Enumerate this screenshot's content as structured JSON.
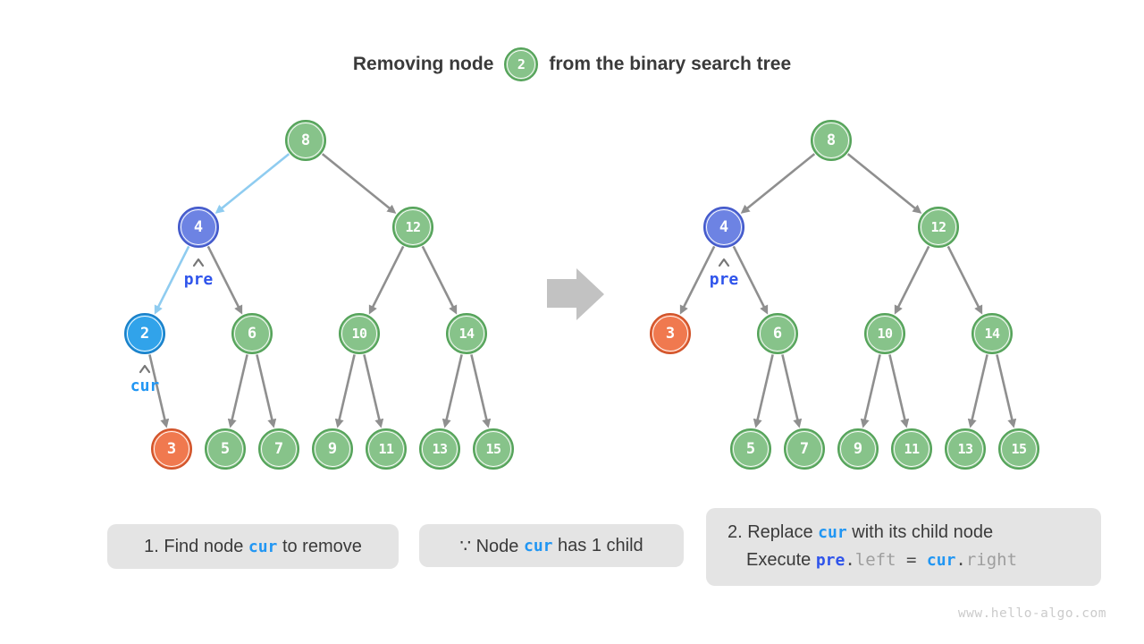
{
  "title": {
    "prefix": "Removing node",
    "badge": "2",
    "suffix": "from the binary search tree"
  },
  "trees": {
    "before": {
      "nodes": [
        "8",
        "4",
        "12",
        "2",
        "6",
        "10",
        "14",
        "3",
        "5",
        "7",
        "9",
        "11",
        "13",
        "15"
      ],
      "pre_label": "pre",
      "cur_label": "cur"
    },
    "after": {
      "nodes": [
        "8",
        "4",
        "12",
        "3",
        "6",
        "10",
        "14",
        "5",
        "7",
        "9",
        "11",
        "13",
        "15"
      ],
      "pre_label": "pre"
    }
  },
  "captions": {
    "step1": {
      "t1": "1. Find node ",
      "kw": "cur",
      "t2": " to remove"
    },
    "because": {
      "t1": "∵ Node ",
      "kw": "cur",
      "t2": " has 1 child"
    },
    "step2": {
      "line1": {
        "t1": "2. Replace ",
        "kw": "cur",
        "t2": " with its child node"
      },
      "line2": {
        "t1": "Execute ",
        "kw1": "pre",
        "dot1": ".",
        "code1": "left",
        "eq": " = ",
        "kw2": "cur",
        "dot2": ".",
        "code2": "right"
      }
    }
  },
  "watermark": "www.hello-algo.com",
  "colors": {
    "accent_blue": "#2196f3",
    "accent_indigo": "#2f54eb",
    "node_green": "#87c38a",
    "node_green_stroke": "#54a259",
    "node_blue": "#31a3ea",
    "node_periwinkle": "#6d83e3",
    "node_orange": "#f0794f",
    "edge_gray": "#8f8f8f",
    "edge_blue": "#8fccf0",
    "big_arrow": "#c2c2c2",
    "caption_bg": "#e4e4e4",
    "text_dark": "#3a3a3a"
  }
}
